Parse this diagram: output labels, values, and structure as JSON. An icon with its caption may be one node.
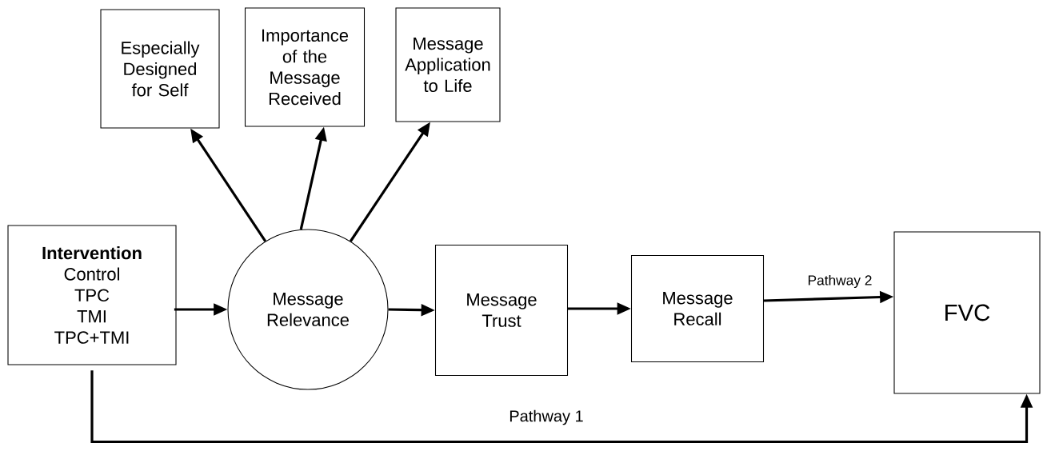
{
  "diagram": {
    "nodes": [
      {
        "text": [
          "Especially Designed for Self"
        ]
      },
      {
        "text": [
          "Importance of the Message Received"
        ]
      },
      {
        "text": [
          "Message Application to Life"
        ]
      },
      {
        "text": [
          "Intervention",
          "Control",
          "TPC",
          "TMI",
          "TPC+TMI"
        ]
      },
      {
        "text": [
          "Message Relevance"
        ]
      },
      {
        "text": [
          "Message Trust"
        ]
      },
      {
        "text": [
          "Message Recall"
        ]
      },
      {
        "text": [
          "FVC"
        ]
      }
    ],
    "edges": [
      {
        "from": 4,
        "to": 0,
        "arrow": "to"
      },
      {
        "from": 4,
        "to": 1,
        "arrow": "to"
      },
      {
        "from": 4,
        "to": 2,
        "arrow": "to"
      },
      {
        "from": 3,
        "to": 4,
        "arrow": "to"
      },
      {
        "from": 4,
        "to": 5,
        "arrow": "to"
      },
      {
        "from": 5,
        "to": 6,
        "arrow": "to"
      },
      {
        "from": 6,
        "to": 7,
        "arrow": "to",
        "label": "Pathway 2"
      },
      {
        "from": 3,
        "to": 7,
        "arrow": "to",
        "label": "Pathway 1"
      }
    ]
  }
}
